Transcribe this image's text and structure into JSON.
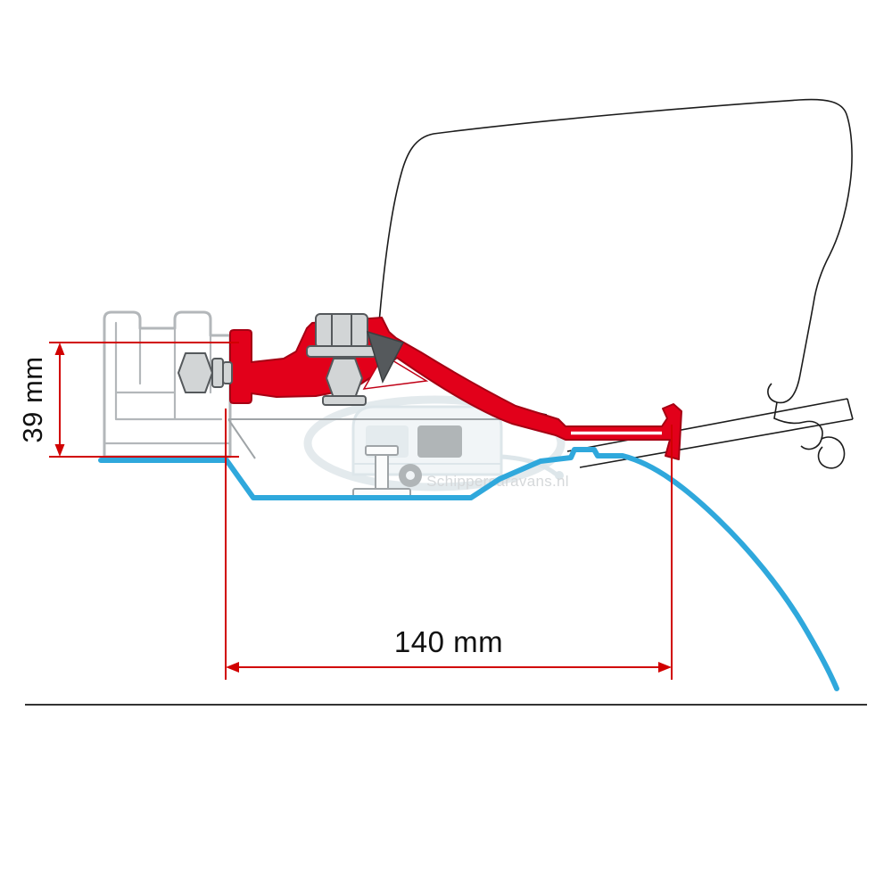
{
  "diagram": {
    "type": "awning-adapter-technical-drawing",
    "dimensions": {
      "height": {
        "label": "39 mm"
      },
      "width": {
        "label": "140 mm"
      }
    },
    "watermark": {
      "text": "Schippercaravans.nl"
    },
    "colors": {
      "bracket_red": "#e2001a",
      "bracket_red_dark": "#a50013",
      "roof_blue": "#2fa8dc",
      "rail_gray": "#b3b7ba",
      "detail_gray": "#9fa4a7",
      "hardware_gray": "#d2d5d6",
      "hardware_dark": "#55595c",
      "outline_black": "#1c1c1c",
      "dimension_red": "#d10000",
      "text_black": "#111111",
      "watermark_blue": "#cdd9df",
      "watermark_text": "#b4b9bc",
      "divider": "#333333"
    }
  }
}
